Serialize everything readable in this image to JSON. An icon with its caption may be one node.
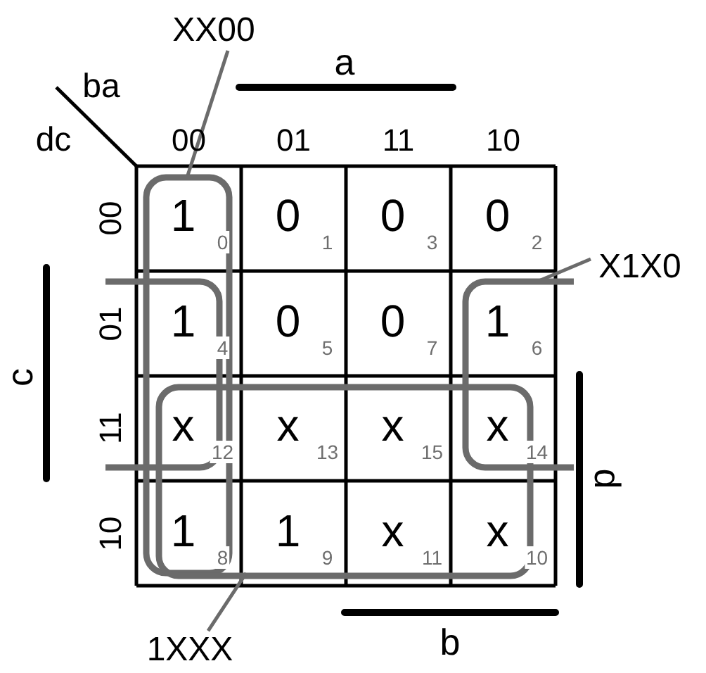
{
  "diagram": {
    "nodes": [
      {
        "text": [
          "XX00"
        ]
      },
      {
        "text": [],
        "shape": "box"
      },
      {
        "text": [
          "X1X0"
        ]
      },
      {
        "text": [],
        "shape": "box"
      },
      {
        "text": [],
        "shape": "box"
      },
      {
        "text": [
          "1XXX"
        ]
      }
    ],
    "edges": [
      {
        "from": 0,
        "to": 1,
        "arrow": "none"
      },
      {
        "from": 2,
        "to": 3,
        "arrow": "none"
      },
      {
        "from": 5,
        "to": 4,
        "arrow": "none"
      }
    ],
    "labels": [
      "a",
      "ba",
      "dc",
      "00",
      "01",
      "11",
      "10",
      "c",
      "00",
      "1",
      "0",
      "0",
      "1",
      "0",
      "3",
      "0",
      "2",
      "01",
      "1",
      "4",
      "0",
      "5",
      "0",
      "7",
      "1",
      "6",
      "11",
      "x",
      "12",
      "x",
      "13",
      "x",
      "15",
      "x",
      "14",
      "10",
      "1",
      "8",
      "1",
      "9",
      "x",
      "11",
      "x",
      "10",
      "d",
      "b"
    ]
  }
}
